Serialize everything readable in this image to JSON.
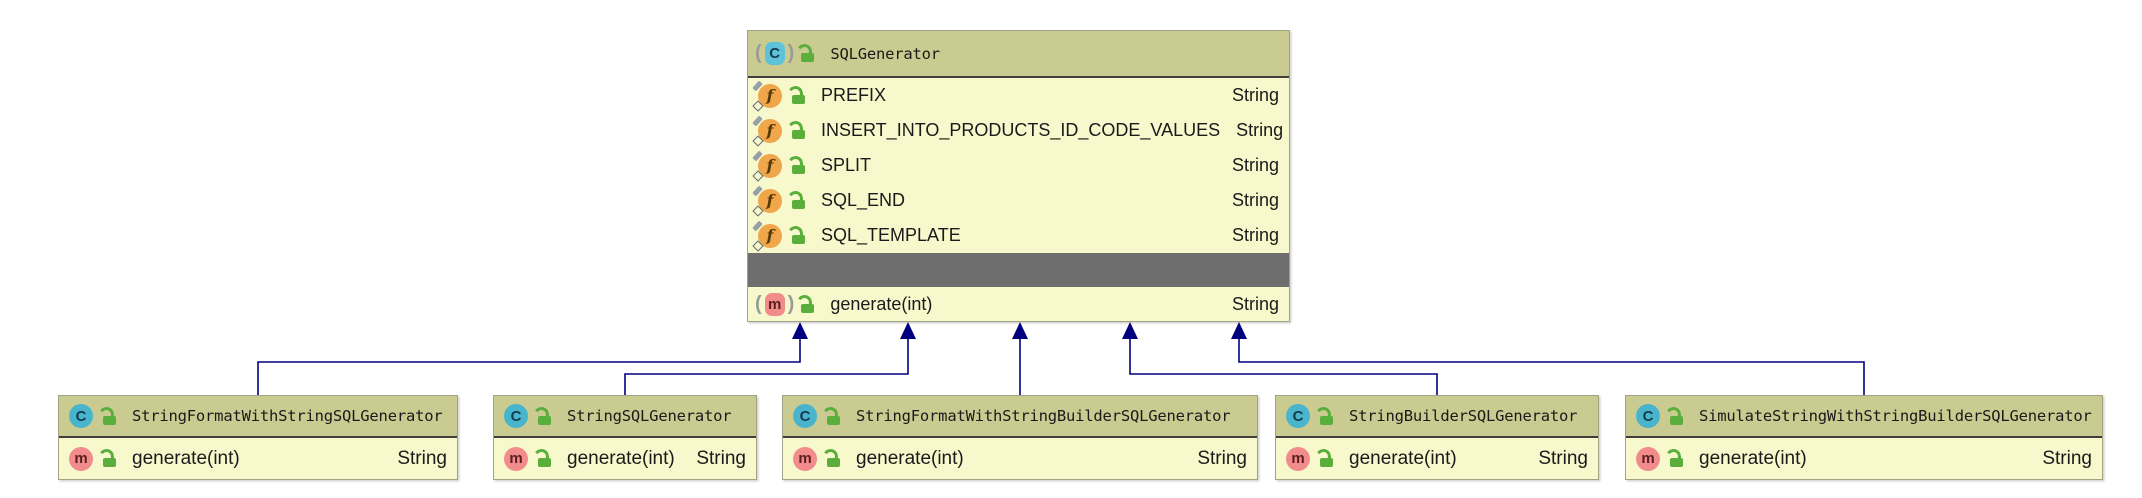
{
  "icons": {
    "class_letter": "C",
    "field_letter": "f",
    "method_letter": "m",
    "paren_open": "(",
    "paren_close": ")"
  },
  "colors": {
    "box_body": "#f8f8cd",
    "box_header": "#cacb90",
    "separator_bar": "#6e6e6e",
    "edge": "#00007f",
    "class_icon": "#49b5cd",
    "method_icon": "#f28b8b",
    "field_icon": "#f0a64a",
    "lock_icon": "#5aae3c"
  },
  "superclass": {
    "name": "SQLGenerator",
    "fields": [
      {
        "name": "PREFIX",
        "type": "String"
      },
      {
        "name": "INSERT_INTO_PRODUCTS_ID_CODE_VALUES",
        "type": "String"
      },
      {
        "name": "SPLIT",
        "type": "String"
      },
      {
        "name": "SQL_END",
        "type": "String"
      },
      {
        "name": "SQL_TEMPLATE",
        "type": "String"
      }
    ],
    "method": {
      "name": "generate(int)",
      "type": "String"
    }
  },
  "subclasses": [
    {
      "name": "StringFormatWithStringSQLGenerator",
      "method": {
        "name": "generate(int)",
        "type": "String"
      }
    },
    {
      "name": "StringSQLGenerator",
      "method": {
        "name": "generate(int)",
        "type": "String"
      }
    },
    {
      "name": "StringFormatWithStringBuilderSQLGenerator",
      "method": {
        "name": "generate(int)",
        "type": "String"
      }
    },
    {
      "name": "StringBuilderSQLGenerator",
      "method": {
        "name": "generate(int)",
        "type": "String"
      }
    },
    {
      "name": "SimulateStringWithStringBuilderSQLGenerator",
      "method": {
        "name": "generate(int)",
        "type": "String"
      }
    }
  ]
}
